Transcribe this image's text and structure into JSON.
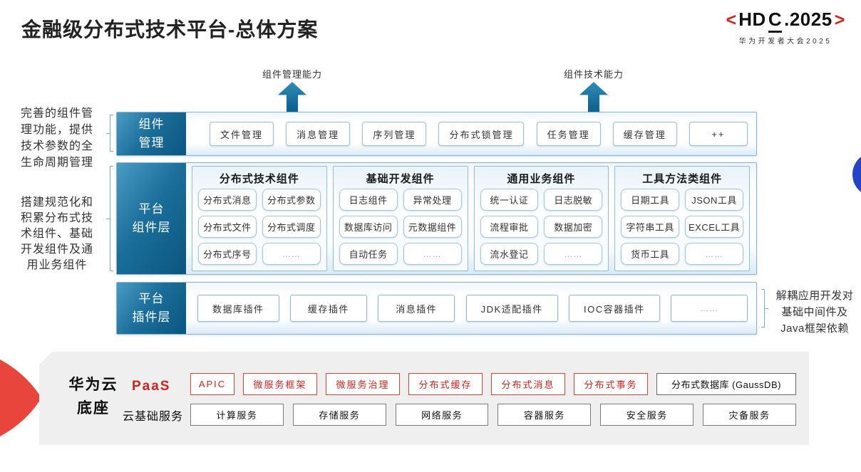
{
  "title": "金融级分布式技术平台-总体方案",
  "logo": {
    "bracket_left": "<",
    "text_hd": "HD",
    "text_c": "C",
    "text_tail": ".2025",
    "bracket_right": ">",
    "subtitle": "华为开发者大会2025"
  },
  "capability_arrows": [
    {
      "label": "组件管理能力"
    },
    {
      "label": "组件技术能力"
    }
  ],
  "side_notes": {
    "left_top": {
      "lines": [
        "完善的组件管",
        "理功能，提供",
        "技术参数的全",
        "生命周期管理"
      ]
    },
    "left_bottom": {
      "lines": [
        "搭建规范化和",
        "积累分布式技",
        "术组件、基础",
        "开发组件及通",
        "用业务组件"
      ]
    },
    "right": {
      "lines": [
        "解耦应用开发对",
        "基础中间件及",
        "Java框架依赖"
      ]
    }
  },
  "layers": {
    "component_mgmt": {
      "label_lines": [
        "组件",
        "管理"
      ],
      "items": [
        "文件管理",
        "消息管理",
        "序列管理",
        "分布式锁管理",
        "任务管理",
        "缓存管理",
        "++"
      ]
    },
    "platform_components": {
      "label_lines": [
        "平台",
        "组件层"
      ],
      "groups": [
        {
          "title": "分布式技术组件",
          "items": [
            "分布式消息",
            "分布式参数",
            "分布式文件",
            "分布式调度",
            "分布式序号",
            "……"
          ]
        },
        {
          "title": "基础开发组件",
          "items": [
            "日志组件",
            "异常处理",
            "数据库访问",
            "元数据组件",
            "自动任务",
            "……"
          ]
        },
        {
          "title": "通用业务组件",
          "items": [
            "统一认证",
            "日志脱敏",
            "流程审批",
            "数据加密",
            "流水登记",
            "……"
          ]
        },
        {
          "title": "工具方法类组件",
          "items": [
            "日期工具",
            "JSON工具",
            "字符串工具",
            "EXCEL工具",
            "货币工具",
            "……"
          ]
        }
      ]
    },
    "platform_plugins": {
      "label_lines": [
        "平台",
        "插件层"
      ],
      "items": [
        "数据库插件",
        "缓存插件",
        "消息插件",
        "JDK适配插件",
        "IOC容器插件",
        "……"
      ]
    }
  },
  "foundation": {
    "label_lines": [
      "华为云",
      "底座"
    ],
    "paas": {
      "label": "PaaS",
      "highlight_items": [
        "APIC",
        "微服务框架",
        "微服务治理",
        "分布式缓存",
        "分布式消息",
        "分布式事务"
      ],
      "neutral_item": "分布式数据库 (GaussDB)"
    },
    "cloud_base": {
      "label": "云基础服务",
      "items": [
        "计算服务",
        "存储服务",
        "网络服务",
        "容器服务",
        "安全服务",
        "灾备服务"
      ]
    }
  },
  "colors": {
    "teal_dark": "#0b5580",
    "teal_light": "#4a9cc2",
    "panel_border": "#8ab4d2",
    "accent_red": "#cf231c",
    "blue_dot": "#2443c9",
    "foundation_bg": "#efefef"
  }
}
